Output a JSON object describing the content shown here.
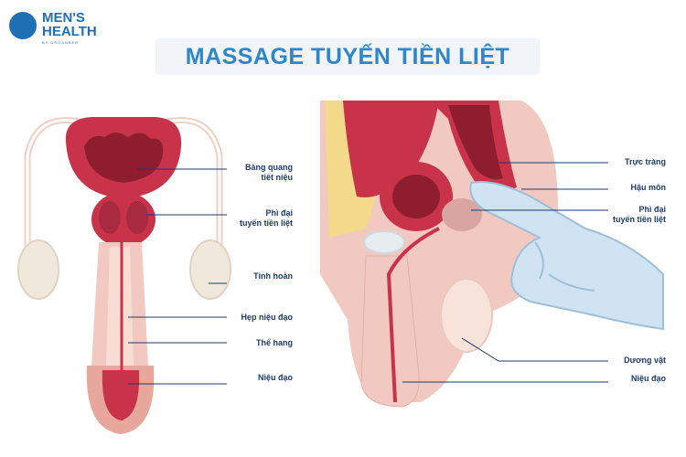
{
  "brand": {
    "line1": "MEN'S",
    "line2": "HEALTH",
    "tagline": "BY DRGANBER"
  },
  "title": "MASSAGE TUYẾN TIỀN LIỆT",
  "left_labels": {
    "bladder_1": "Bàng quang",
    "bladder_2": "tiết niệu",
    "prostate_1": "Phì đại",
    "prostate_2": "tuyến tiền liệt",
    "testis": "Tinh hoàn",
    "stricture": "Hẹp niệu đạo",
    "corpus": "Thể hang",
    "urethra": "Niệu đạo"
  },
  "right_labels": {
    "rectum": "Trực tràng",
    "anus": "Hậu môn",
    "prostate_1": "Phì đại",
    "prostate_2": "tuyến tiền liệt",
    "penis": "Dương vật",
    "urethra": "Niệu đạo"
  },
  "colors": {
    "brand_blue": "#1f6fb5",
    "title_blue": "#2f86c9",
    "label_navy": "#1d3a6e",
    "tissue_red": "#c8334a",
    "skin_pink": "#f2c9c0",
    "glove_blue": "#cfe3f3"
  },
  "icons": [
    "logo-mark"
  ]
}
